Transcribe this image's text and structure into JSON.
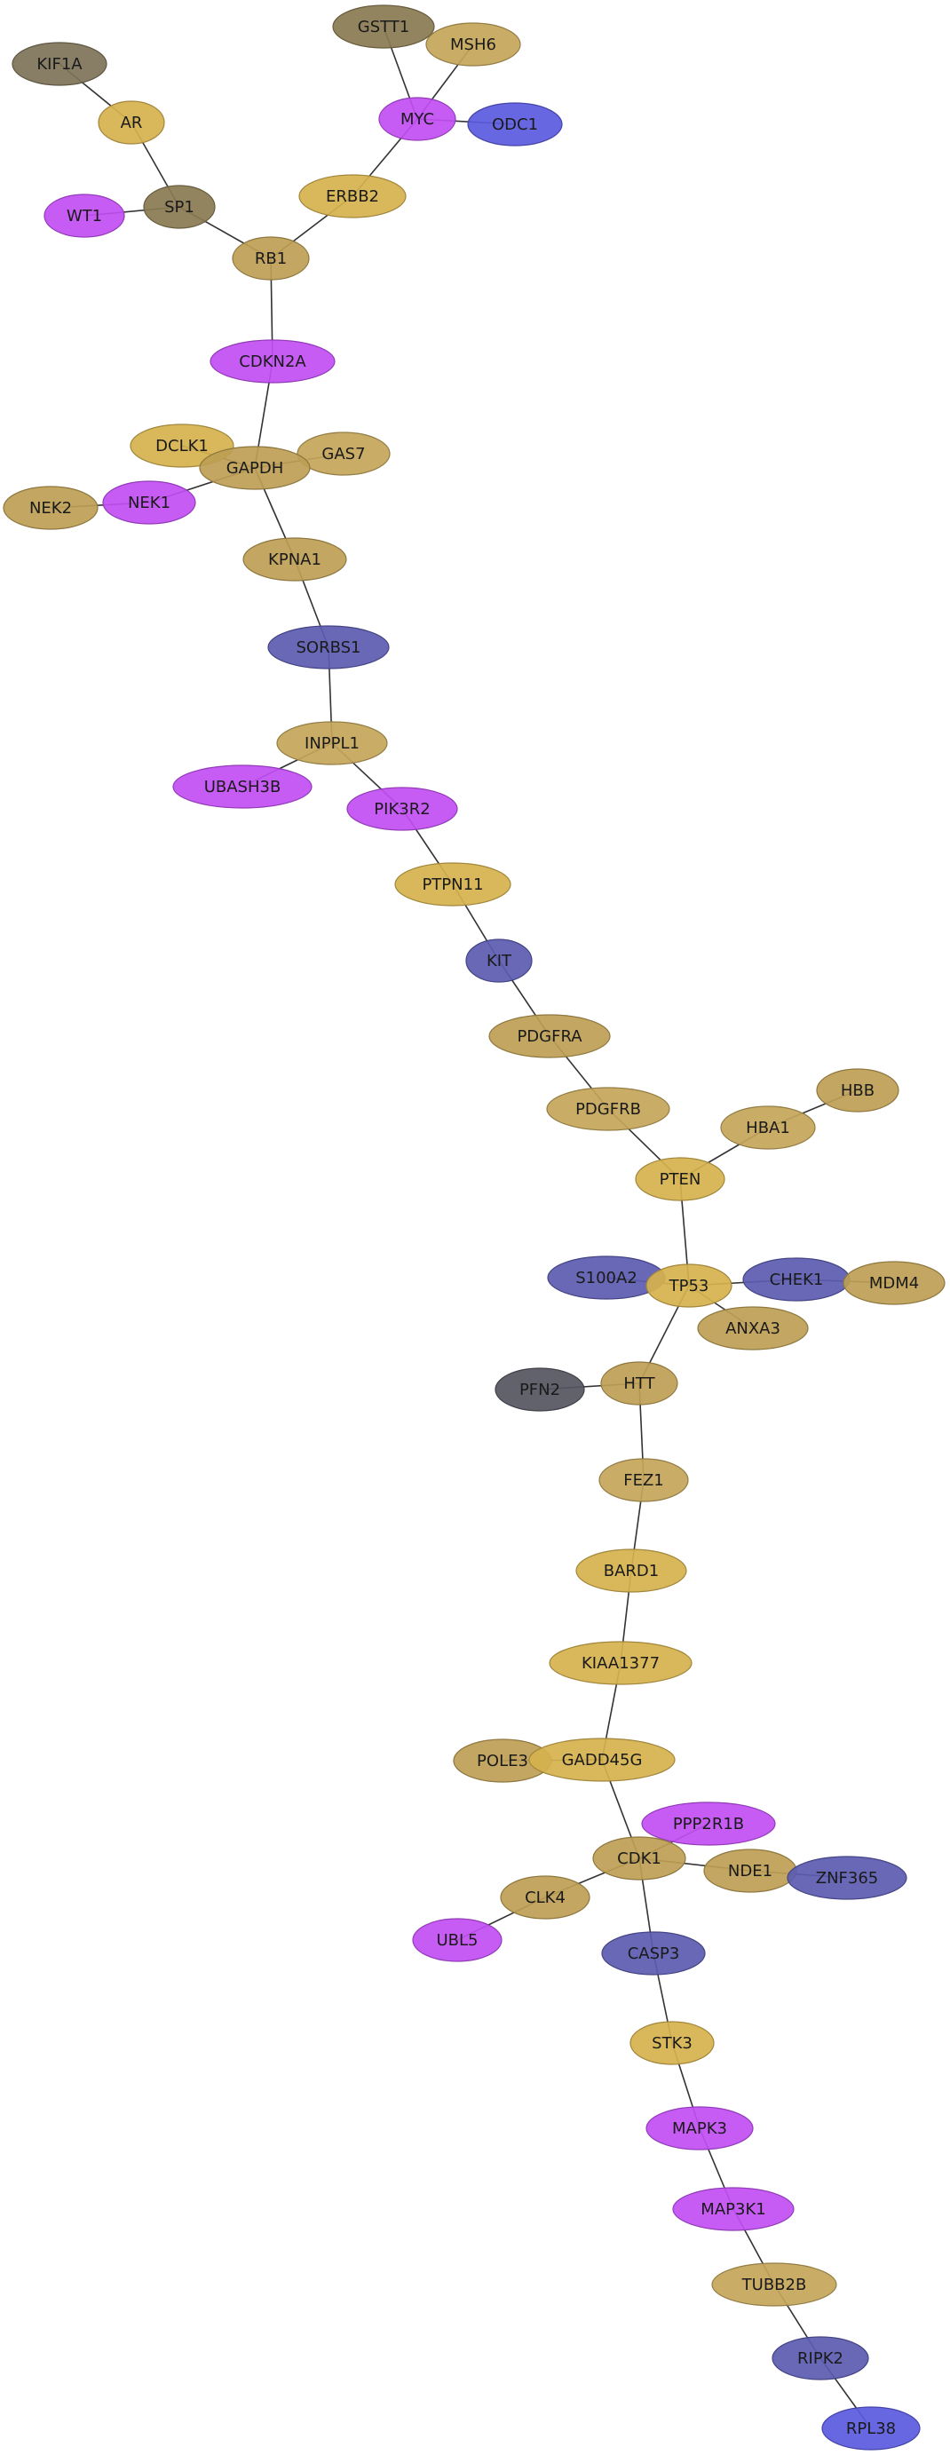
{
  "colors": {
    "gold": "#d6b24e",
    "tan": "#bd9e54",
    "khaki": "#c4a65a",
    "olive_dark": "#8a7a52",
    "grey_brown": "#7d7358",
    "magenta": "#c24ef4",
    "blue": "#5a5ae0",
    "slate_blue": "#5b5bb0",
    "charcoal": "#555560"
  },
  "nodes": [
    {
      "id": "KIF1A",
      "label": "KIF1A",
      "color": "grey_brown"
    },
    {
      "id": "AR",
      "label": "AR",
      "color": "gold"
    },
    {
      "id": "GSTT1",
      "label": "GSTT1",
      "color": "olive_dark"
    },
    {
      "id": "MSH6",
      "label": "MSH6",
      "color": "khaki"
    },
    {
      "id": "MYC",
      "label": "MYC",
      "color": "magenta"
    },
    {
      "id": "ODC1",
      "label": "ODC1",
      "color": "blue"
    },
    {
      "id": "WT1",
      "label": "WT1",
      "color": "magenta"
    },
    {
      "id": "SP1",
      "label": "SP1",
      "color": "olive_dark"
    },
    {
      "id": "ERBB2",
      "label": "ERBB2",
      "color": "gold"
    },
    {
      "id": "RB1",
      "label": "RB1",
      "color": "tan"
    },
    {
      "id": "CDKN2A",
      "label": "CDKN2A",
      "color": "magenta"
    },
    {
      "id": "DCLK1",
      "label": "DCLK1",
      "color": "gold"
    },
    {
      "id": "GAS7",
      "label": "GAS7",
      "color": "khaki"
    },
    {
      "id": "GAPDH",
      "label": "GAPDH",
      "color": "tan"
    },
    {
      "id": "NEK2",
      "label": "NEK2",
      "color": "tan"
    },
    {
      "id": "NEK1",
      "label": "NEK1",
      "color": "magenta"
    },
    {
      "id": "KPNA1",
      "label": "KPNA1",
      "color": "tan"
    },
    {
      "id": "SORBS1",
      "label": "SORBS1",
      "color": "slate_blue"
    },
    {
      "id": "INPPL1",
      "label": "INPPL1",
      "color": "khaki"
    },
    {
      "id": "UBASH3B",
      "label": "UBASH3B",
      "color": "magenta"
    },
    {
      "id": "PIK3R2",
      "label": "PIK3R2",
      "color": "magenta"
    },
    {
      "id": "PTPN11",
      "label": "PTPN11",
      "color": "gold"
    },
    {
      "id": "KIT",
      "label": "KIT",
      "color": "slate_blue"
    },
    {
      "id": "PDGFRA",
      "label": "PDGFRA",
      "color": "tan"
    },
    {
      "id": "PDGFRB",
      "label": "PDGFRB",
      "color": "khaki"
    },
    {
      "id": "HBB",
      "label": "HBB",
      "color": "tan"
    },
    {
      "id": "HBA1",
      "label": "HBA1",
      "color": "khaki"
    },
    {
      "id": "PTEN",
      "label": "PTEN",
      "color": "gold"
    },
    {
      "id": "S100A2",
      "label": "S100A2",
      "color": "slate_blue"
    },
    {
      "id": "TP53",
      "label": "TP53",
      "color": "gold"
    },
    {
      "id": "CHEK1",
      "label": "CHEK1",
      "color": "slate_blue"
    },
    {
      "id": "MDM4",
      "label": "MDM4",
      "color": "tan"
    },
    {
      "id": "ANXA3",
      "label": "ANXA3",
      "color": "tan"
    },
    {
      "id": "PFN2",
      "label": "PFN2",
      "color": "charcoal"
    },
    {
      "id": "HTT",
      "label": "HTT",
      "color": "tan"
    },
    {
      "id": "FEZ1",
      "label": "FEZ1",
      "color": "khaki"
    },
    {
      "id": "BARD1",
      "label": "BARD1",
      "color": "gold"
    },
    {
      "id": "KIAA1377",
      "label": "KIAA1377",
      "color": "gold"
    },
    {
      "id": "POLE3",
      "label": "POLE3",
      "color": "tan"
    },
    {
      "id": "GADD45G",
      "label": "GADD45G",
      "color": "gold"
    },
    {
      "id": "PPP2R1B",
      "label": "PPP2R1B",
      "color": "magenta"
    },
    {
      "id": "CDK1",
      "label": "CDK1",
      "color": "tan"
    },
    {
      "id": "NDE1",
      "label": "NDE1",
      "color": "tan"
    },
    {
      "id": "ZNF365",
      "label": "ZNF365",
      "color": "slate_blue"
    },
    {
      "id": "CLK4",
      "label": "CLK4",
      "color": "tan"
    },
    {
      "id": "UBL5",
      "label": "UBL5",
      "color": "magenta"
    },
    {
      "id": "CASP3",
      "label": "CASP3",
      "color": "slate_blue"
    },
    {
      "id": "STK3",
      "label": "STK3",
      "color": "gold"
    },
    {
      "id": "MAPK3",
      "label": "MAPK3",
      "color": "magenta"
    },
    {
      "id": "MAP3K1",
      "label": "MAP3K1",
      "color": "magenta"
    },
    {
      "id": "TUBB2B",
      "label": "TUBB2B",
      "color": "khaki"
    },
    {
      "id": "RIPK2",
      "label": "RIPK2",
      "color": "slate_blue"
    },
    {
      "id": "RPL38",
      "label": "RPL38",
      "color": "blue"
    }
  ],
  "edges": [
    [
      "KIF1A",
      "AR"
    ],
    [
      "AR",
      "SP1"
    ],
    [
      "WT1",
      "SP1"
    ],
    [
      "SP1",
      "RB1"
    ],
    [
      "GSTT1",
      "MYC"
    ],
    [
      "MSH6",
      "MYC"
    ],
    [
      "MYC",
      "ODC1"
    ],
    [
      "MYC",
      "ERBB2"
    ],
    [
      "ERBB2",
      "RB1"
    ],
    [
      "RB1",
      "CDKN2A"
    ],
    [
      "CDKN2A",
      "GAPDH"
    ],
    [
      "DCLK1",
      "GAPDH"
    ],
    [
      "GAS7",
      "GAPDH"
    ],
    [
      "NEK1",
      "GAPDH"
    ],
    [
      "NEK2",
      "NEK1"
    ],
    [
      "GAPDH",
      "KPNA1"
    ],
    [
      "KPNA1",
      "SORBS1"
    ],
    [
      "SORBS1",
      "INPPL1"
    ],
    [
      "UBASH3B",
      "INPPL1"
    ],
    [
      "INPPL1",
      "PIK3R2"
    ],
    [
      "PIK3R2",
      "PTPN11"
    ],
    [
      "PTPN11",
      "KIT"
    ],
    [
      "KIT",
      "PDGFRA"
    ],
    [
      "PDGFRA",
      "PDGFRB"
    ],
    [
      "PDGFRB",
      "PTEN"
    ],
    [
      "HBB",
      "HBA1"
    ],
    [
      "HBA1",
      "PTEN"
    ],
    [
      "PTEN",
      "TP53"
    ],
    [
      "S100A2",
      "TP53"
    ],
    [
      "TP53",
      "CHEK1"
    ],
    [
      "CHEK1",
      "MDM4"
    ],
    [
      "TP53",
      "ANXA3"
    ],
    [
      "TP53",
      "HTT"
    ],
    [
      "PFN2",
      "HTT"
    ],
    [
      "HTT",
      "FEZ1"
    ],
    [
      "FEZ1",
      "BARD1"
    ],
    [
      "BARD1",
      "KIAA1377"
    ],
    [
      "KIAA1377",
      "GADD45G"
    ],
    [
      "POLE3",
      "GADD45G"
    ],
    [
      "GADD45G",
      "CDK1"
    ],
    [
      "PPP2R1B",
      "CDK1"
    ],
    [
      "CDK1",
      "NDE1"
    ],
    [
      "NDE1",
      "ZNF365"
    ],
    [
      "CDK1",
      "CLK4"
    ],
    [
      "CLK4",
      "UBL5"
    ],
    [
      "CDK1",
      "CASP3"
    ],
    [
      "CASP3",
      "STK3"
    ],
    [
      "STK3",
      "MAPK3"
    ],
    [
      "MAPK3",
      "MAP3K1"
    ],
    [
      "MAP3K1",
      "TUBB2B"
    ],
    [
      "TUBB2B",
      "RIPK2"
    ],
    [
      "RIPK2",
      "RPL38"
    ]
  ]
}
